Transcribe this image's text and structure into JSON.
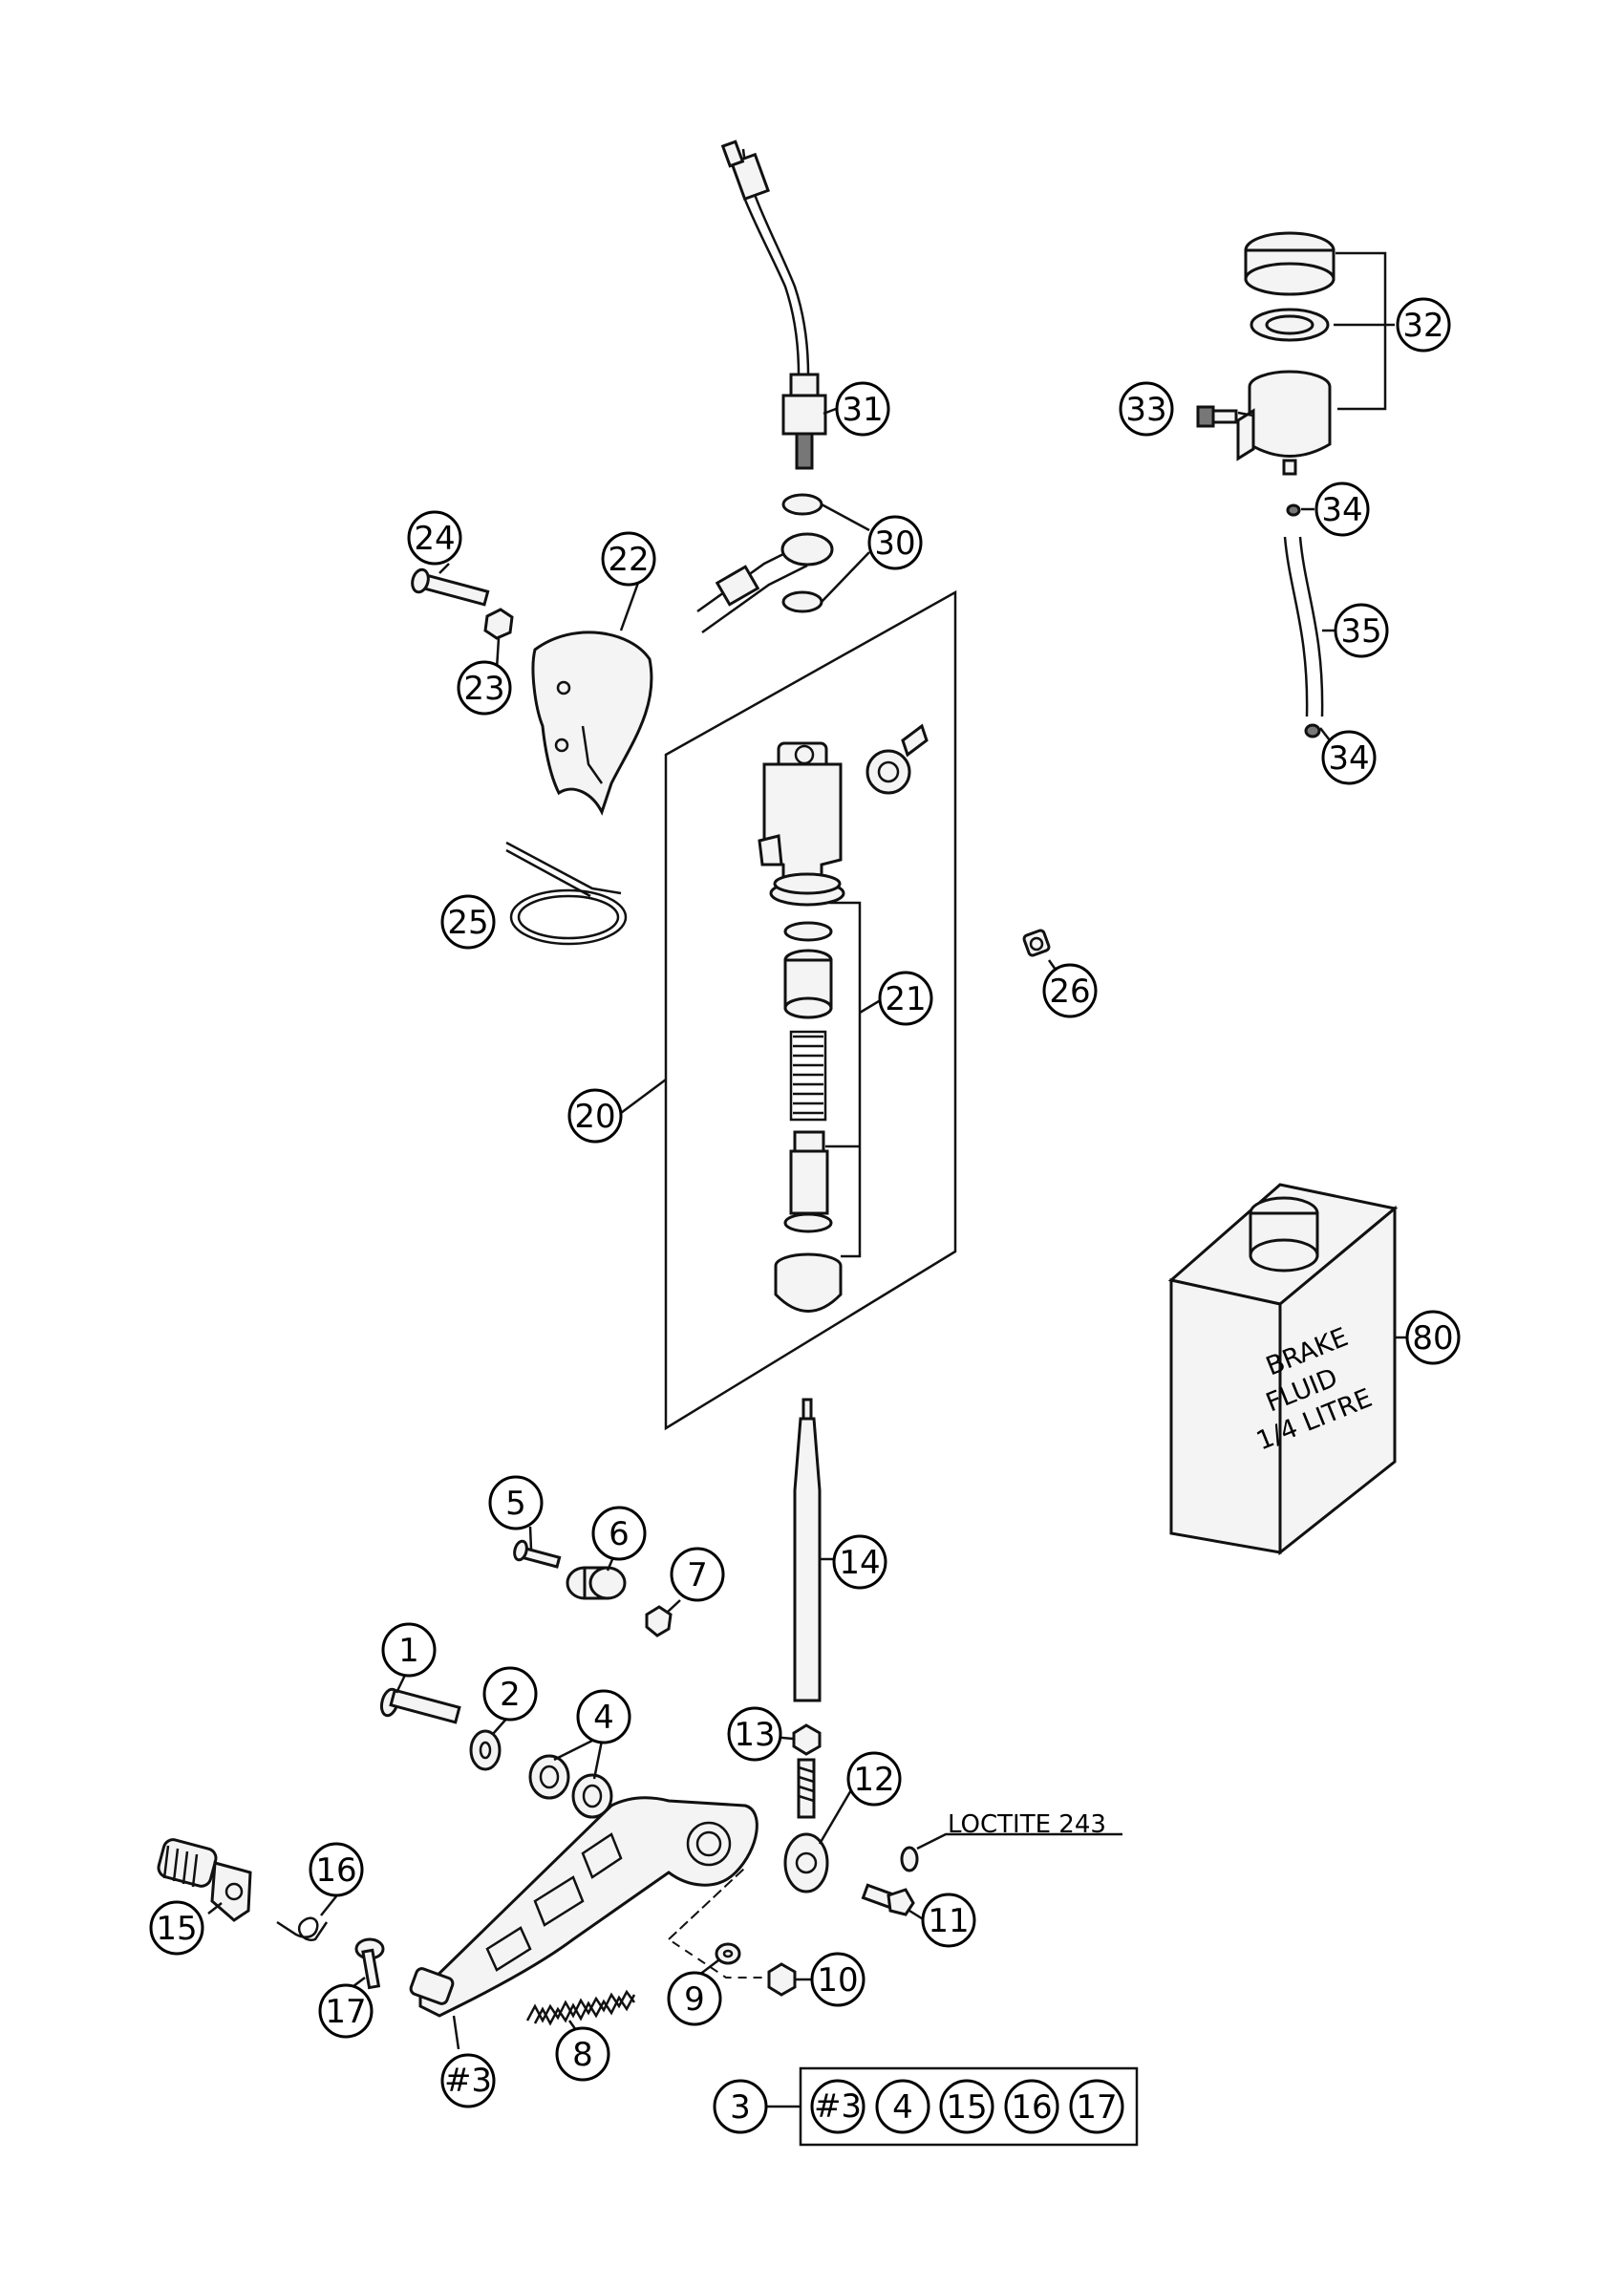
{
  "callouts": {
    "c31": "31",
    "c32": "32",
    "c33": "33",
    "c34a": "34",
    "c34b": "34",
    "c35": "35",
    "c30": "30",
    "c24": "24",
    "c22": "22",
    "c23": "23",
    "c25": "25",
    "c21": "21",
    "c26": "26",
    "c20": "20",
    "c80": "80",
    "c5": "5",
    "c6": "6",
    "c7": "7",
    "c14": "14",
    "c1": "1",
    "c2": "2",
    "c4": "4",
    "c13": "13",
    "c12": "12",
    "c11": "11",
    "c16": "16",
    "c15": "15",
    "c17": "17",
    "c9": "9",
    "c10": "10",
    "c8": "8",
    "c3main": "#3",
    "c3": "3",
    "kit": [
      "#3",
      "4",
      "15",
      "16",
      "17"
    ]
  },
  "notes": {
    "loctite": "LOCTITE 243"
  },
  "bottle_label": {
    "line1": "BRAKE",
    "line2": "FLUID",
    "line3": "1/4 LITRE"
  }
}
